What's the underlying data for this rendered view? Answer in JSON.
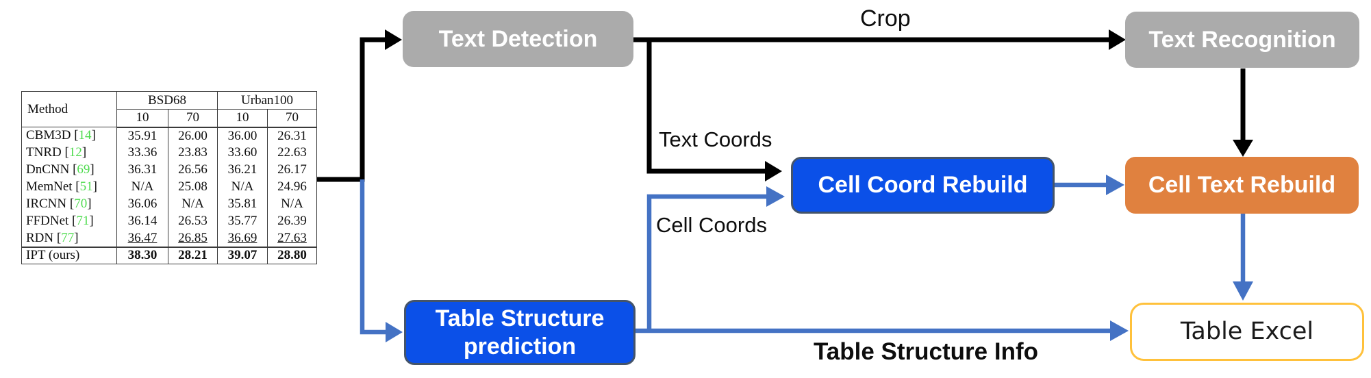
{
  "diagram": {
    "nodes": {
      "text_detection": {
        "label": "Text Detection"
      },
      "text_recognition": {
        "label": "Text Recognition"
      },
      "cell_coord_rebuild": {
        "label": "Cell Coord Rebuild"
      },
      "cell_text_rebuild": {
        "label": "Cell Text Rebuild"
      },
      "table_structure_prediction": {
        "label": "Table Structure\nprediction"
      },
      "table_excel": {
        "label": "Table Excel"
      }
    },
    "edge_labels": {
      "crop": "Crop",
      "text_coords": "Text Coords",
      "cell_coords": "Cell Coords",
      "table_structure_info": "Table Structure Info"
    },
    "colors": {
      "gray_node": "#ababab",
      "blue_node": "#0b50e8",
      "blue_node_border": "#44546a",
      "orange_node": "#e0813f",
      "excel_border": "#ffc13b",
      "blue_arrow": "#4472c4",
      "black_arrow": "#000000",
      "citation_green": "#4ddb4d"
    }
  },
  "input_table": {
    "header": {
      "method": "Method",
      "groups": [
        {
          "label": "BSD68",
          "cols": [
            "10",
            "70"
          ]
        },
        {
          "label": "Urban100",
          "cols": [
            "10",
            "70"
          ]
        }
      ]
    },
    "rows": [
      {
        "method": "CBM3D",
        "cite": "14",
        "values": [
          "35.91",
          "26.00",
          "36.00",
          "26.31"
        ],
        "style": "normal"
      },
      {
        "method": "TNRD",
        "cite": "12",
        "values": [
          "33.36",
          "23.83",
          "33.60",
          "22.63"
        ],
        "style": "normal"
      },
      {
        "method": "DnCNN",
        "cite": "69",
        "values": [
          "36.31",
          "26.56",
          "36.21",
          "26.17"
        ],
        "style": "normal"
      },
      {
        "method": "MemNet",
        "cite": "51",
        "values": [
          "N/A",
          "25.08",
          "N/A",
          "24.96"
        ],
        "style": "normal"
      },
      {
        "method": "IRCNN",
        "cite": "70",
        "values": [
          "36.06",
          "N/A",
          "35.81",
          "N/A"
        ],
        "style": "normal"
      },
      {
        "method": "FFDNet",
        "cite": "71",
        "values": [
          "36.14",
          "26.53",
          "35.77",
          "26.39"
        ],
        "style": "normal"
      },
      {
        "method": "RDN",
        "cite": "77",
        "values": [
          "36.47",
          "26.85",
          "36.69",
          "27.63"
        ],
        "style": "underline"
      },
      {
        "method": "IPT (ours)",
        "cite": null,
        "values": [
          "38.30",
          "28.21",
          "39.07",
          "28.80"
        ],
        "style": "bold"
      }
    ]
  }
}
